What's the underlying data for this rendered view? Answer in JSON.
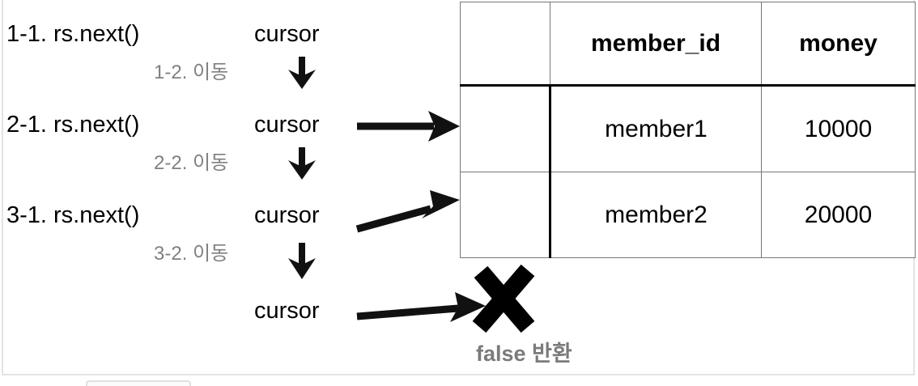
{
  "diagram": {
    "title_hidden": "",
    "colors": {
      "text": "#000000",
      "muted": "#808080",
      "table_border": "#777777",
      "table_border_strong": "#000000",
      "background": "#ffffff"
    },
    "steps": [
      {
        "call_label": "1-1. rs.next()",
        "cursor_label": "cursor",
        "move_label": "1-2. 이동"
      },
      {
        "call_label": "2-1. rs.next()",
        "cursor_label": "cursor",
        "move_label": "2-2. 이동"
      },
      {
        "call_label": "3-1. rs.next()",
        "cursor_label": "cursor",
        "move_label": "3-2. 이동"
      }
    ],
    "final_cursor_label": "cursor",
    "result_label": "false 반환",
    "result_icon": "x-mark-icon"
  },
  "table": {
    "headers": [
      "",
      "member_id",
      "money"
    ],
    "rows": [
      {
        "cursor_cell": "",
        "member_id": "member1",
        "money": "10000"
      },
      {
        "cursor_cell": "",
        "member_id": "member2",
        "money": "20000"
      }
    ]
  }
}
